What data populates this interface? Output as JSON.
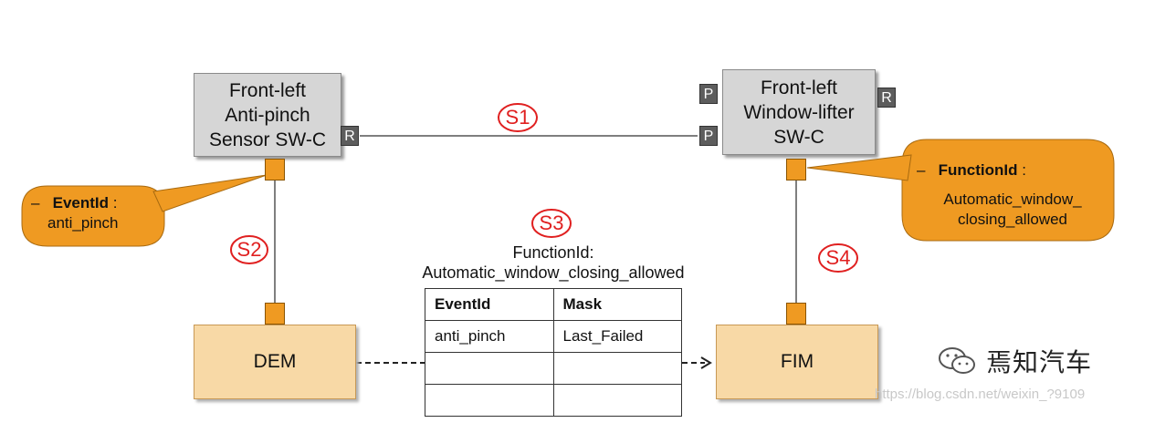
{
  "components": {
    "sensor": {
      "label": "Front-left\nAnti-pinch\nSensor SW-C",
      "port_r": "R"
    },
    "lifter": {
      "label": "Front-left\nWindow-lifter\nSW-C",
      "port_p_top": "P",
      "port_p_bottom": "P",
      "port_r": "R"
    },
    "dem": {
      "label": "DEM"
    },
    "fim": {
      "label": "FIM"
    }
  },
  "callouts": {
    "event": {
      "dash": "–",
      "key": "EventId",
      "colon": ":",
      "value": "anti_pinch"
    },
    "function": {
      "dash": "–",
      "key": "FunctionId",
      "colon": ":",
      "value_line1": "Automatic_window_",
      "value_line2": "closing_allowed"
    }
  },
  "steps": {
    "s1": "S1",
    "s2": "S2",
    "s3": "S3",
    "s4": "S4"
  },
  "mapping": {
    "caption_line1": "FunctionId:",
    "caption_line2": "Automatic_window_closing_allowed",
    "headers": [
      "EventId",
      "Mask"
    ],
    "rows": [
      [
        "anti_pinch",
        "Last_Failed"
      ],
      [
        "",
        ""
      ],
      [
        "",
        ""
      ]
    ]
  },
  "watermark": {
    "brand": "焉知汽车",
    "url": "https://blog.csdn.net/weixin_?9109"
  },
  "colors": {
    "component_fill": "#d6d6d6",
    "module_fill": "#f8d9a6",
    "port_orange": "#ef9a22",
    "callout_fill": "#ef9a22",
    "step_red": "#e02020"
  }
}
